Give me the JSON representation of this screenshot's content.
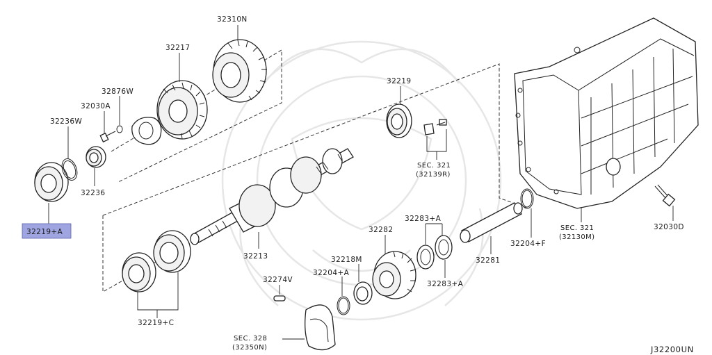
{
  "diagram": {
    "code": "J32200UN",
    "highlight_color": "#9ea5e0",
    "parts": {
      "p32310N": "32310N",
      "p32217": "32217",
      "p32876W": "32876W",
      "p32030A": "32030A",
      "p32236W": "32236W",
      "p32236": "32236",
      "p32219A": "32219+A",
      "p32219": "32219",
      "p32213": "32213",
      "p32219C": "32219+C",
      "p32274V": "32274V",
      "p32204A": "32204+A",
      "p32218M": "32218M",
      "p32282": "32282",
      "p32283A_top": "32283+A",
      "p32283A_bot": "32283+A",
      "p32281": "32281",
      "p32204F": "32204+F",
      "p32030D": "32030D"
    },
    "sections": {
      "sec321_small": {
        "line1": "SEC. 321",
        "line2": "(32139R)"
      },
      "sec321_case": {
        "line1": "SEC. 321",
        "line2": "(32130M)"
      },
      "sec328": {
        "line1": "SEC. 328",
        "line2": "(32350N)"
      }
    }
  }
}
